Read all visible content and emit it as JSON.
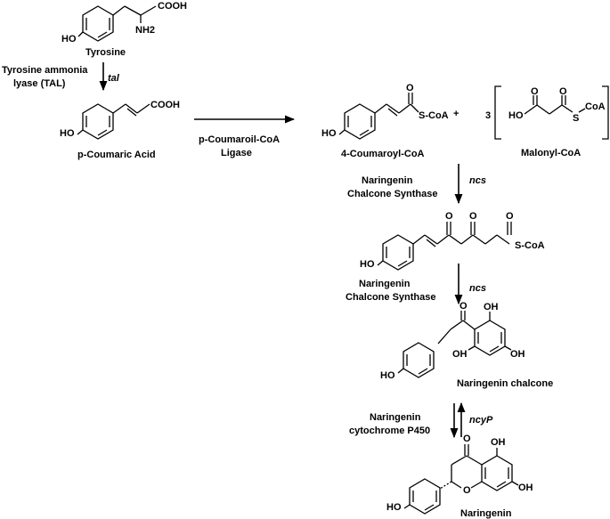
{
  "molecules": {
    "tyrosine": {
      "name": "Tyrosine",
      "cooh": "COOH",
      "nh2": "NH2",
      "ho": "HO"
    },
    "p_coumaric_acid": {
      "name": "p-Coumaric Acid",
      "cooh": "COOH",
      "ho": "HO"
    },
    "coumaroyl_coa": {
      "name": "4-Coumaroyl-CoA",
      "o": "O",
      "scoa": "S-CoA",
      "ho": "HO"
    },
    "plus": "+",
    "malonyl_coa": {
      "name": "Malonyl-CoA",
      "coefficient": "3",
      "ho": "HO",
      "o1": "O",
      "o2": "O",
      "s": "S",
      "coa": "CoA"
    },
    "intermediate": {
      "o1": "O",
      "o2": "O",
      "o3": "O",
      "scoa": "S-CoA",
      "ho": "HO"
    },
    "naringenin_chalcone": {
      "name": "Naringenin chalcone",
      "o": "O",
      "oh_top": "OH",
      "oh_left": "OH",
      "oh_right": "OH",
      "ho": "HO"
    },
    "naringenin": {
      "name": "Naringenin",
      "o_top": "O",
      "oh_top": "OH",
      "o_ring": "O",
      "oh_right": "OH",
      "ho": "HO"
    }
  },
  "enzymes": {
    "tal": {
      "label_line1": "Tyrosine ammonia",
      "label_line2": "lyase (TAL)",
      "gene": "tal"
    },
    "ligase": {
      "label_line1": "p-Coumaroil-CoA",
      "label_line2": "Ligase"
    },
    "ncs1": {
      "label_line1": "Naringenin",
      "label_line2": "Chalcone  Synthase",
      "gene": "ncs"
    },
    "ncs2": {
      "label_line1": "Naringenin",
      "label_line2": "Chalcone Synthase",
      "gene": "ncs"
    },
    "p450": {
      "label_line1": "Naringenin",
      "label_line2": "cytochrome P450",
      "gene": "ncyP"
    }
  }
}
